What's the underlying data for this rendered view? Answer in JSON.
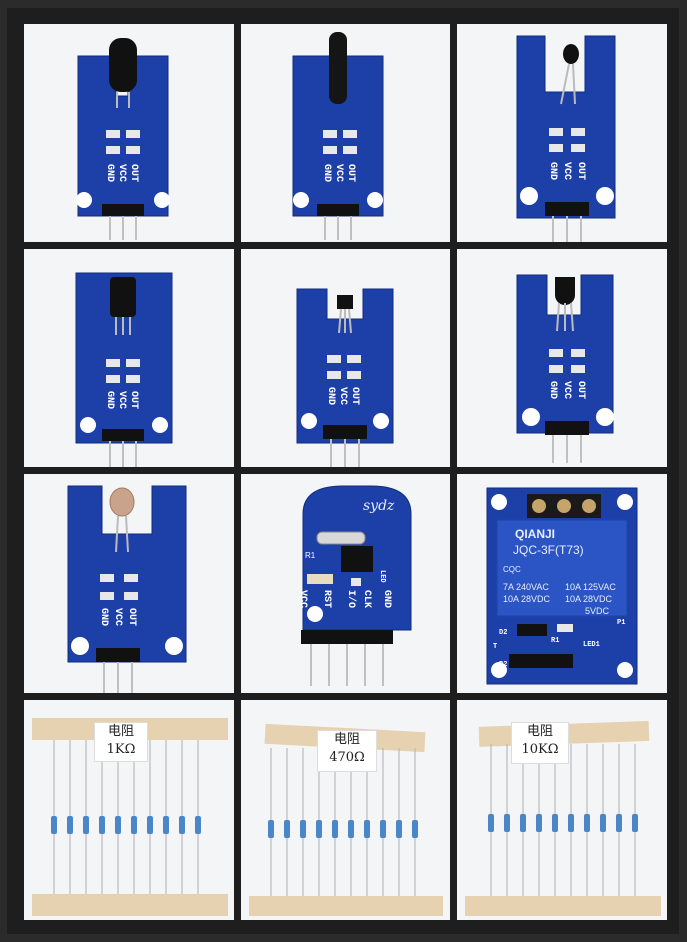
{
  "modules": [
    {
      "id": "m1",
      "pins": [
        "GND",
        "VCC",
        "OUT"
      ]
    },
    {
      "id": "m2",
      "pins": [
        "GND",
        "VCC",
        "OUT"
      ]
    },
    {
      "id": "m3",
      "pins": [
        "GND",
        "VCC",
        "OUT"
      ]
    },
    {
      "id": "m4",
      "pins": [
        "GND",
        "VCC",
        "OUT"
      ]
    },
    {
      "id": "m5",
      "pins": [
        "GND",
        "VCC",
        "OUT"
      ]
    },
    {
      "id": "m6",
      "pins": [
        "GND",
        "VCC",
        "OUT"
      ]
    },
    {
      "id": "m7",
      "pins": [
        "GND",
        "VCC",
        "OUT"
      ]
    }
  ],
  "rtc": {
    "brand": "sydz",
    "pins": [
      "VCC",
      "RST",
      "I/O",
      "CLK",
      "GND"
    ],
    "led_label": "LED",
    "r_label": "R1"
  },
  "relay": {
    "brand": "QIANJI",
    "model": "JQC-3F(T73)",
    "cert": "CQC",
    "spec_left": [
      "7A  240VAC",
      "10A  28VDC"
    ],
    "spec_right": [
      "10A 125VAC",
      "10A  28VDC"
    ],
    "coil": "5VDC",
    "labels": [
      "D2",
      "R1",
      "LED1",
      "P2",
      "T",
      "P1"
    ]
  },
  "resistors": [
    {
      "line1": "电阻",
      "line2": "1KΩ"
    },
    {
      "line1": "电阻",
      "line2": "470Ω"
    },
    {
      "line1": "电阻",
      "line2": "10KΩ"
    }
  ]
}
